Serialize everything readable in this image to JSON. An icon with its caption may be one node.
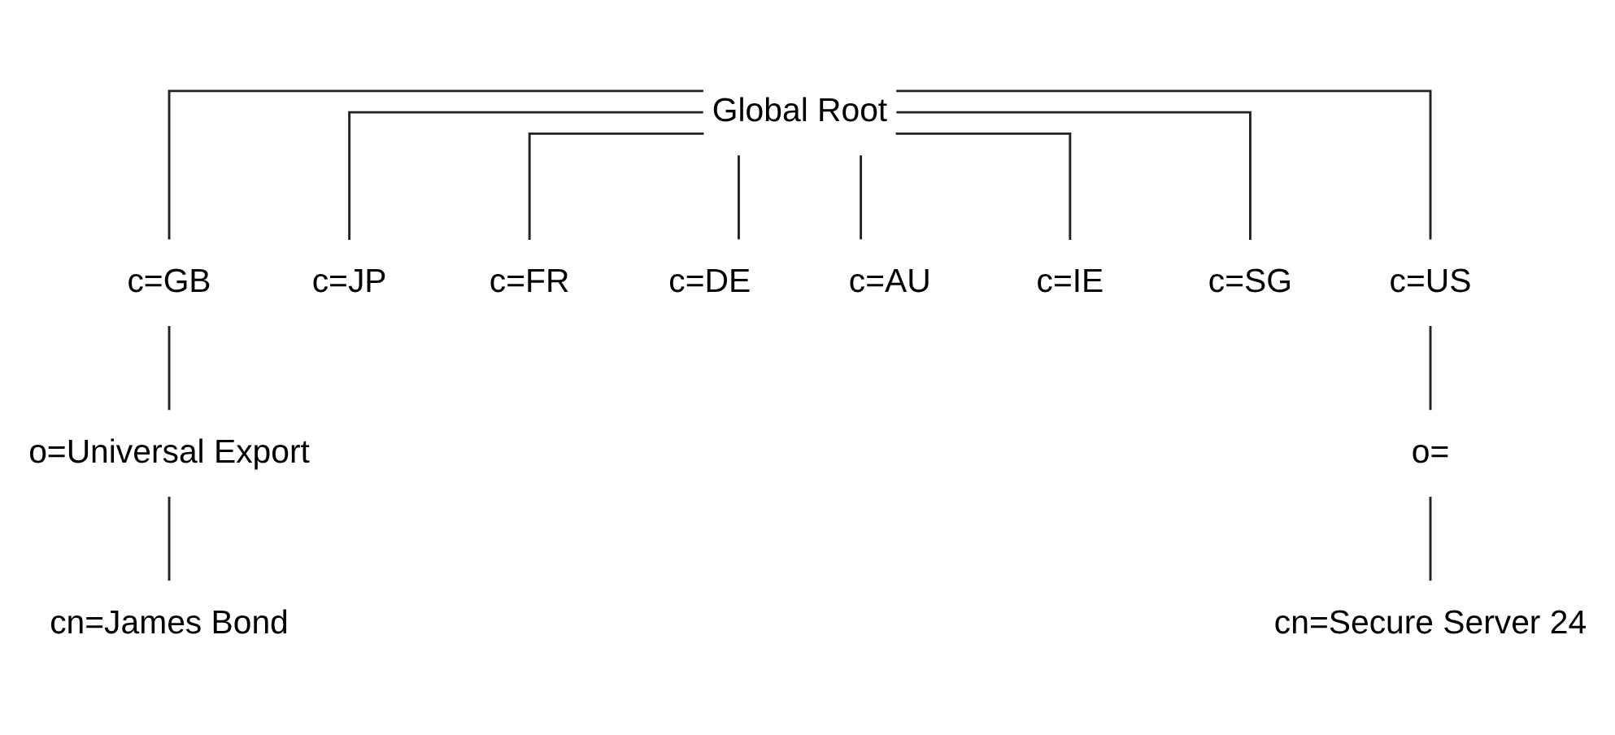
{
  "diagram": {
    "nodes": [
      {
        "text": [
          "Global Root"
        ]
      },
      {
        "text": [
          "c=GB"
        ]
      },
      {
        "text": [
          "c=JP"
        ]
      },
      {
        "text": [
          "c=FR"
        ]
      },
      {
        "text": [
          "c=DE"
        ]
      },
      {
        "text": [
          "c=AU"
        ]
      },
      {
        "text": [
          "c=IE"
        ]
      },
      {
        "text": [
          "c=SG"
        ]
      },
      {
        "text": [
          "c=US"
        ]
      },
      {
        "text": [
          "o=Universal Export"
        ]
      },
      {
        "text": [
          "cn=James Bond"
        ]
      },
      {
        "text": [
          "o="
        ]
      },
      {
        "text": [
          "cn=Secure Server 24"
        ]
      }
    ],
    "edges": [
      {
        "from": 0,
        "to": 1,
        "arrow": "none"
      },
      {
        "from": 0,
        "to": 2,
        "arrow": "none"
      },
      {
        "from": 0,
        "to": 3,
        "arrow": "none"
      },
      {
        "from": 0,
        "to": 4,
        "arrow": "none"
      },
      {
        "from": 0,
        "to": 5,
        "arrow": "none"
      },
      {
        "from": 0,
        "to": 6,
        "arrow": "none"
      },
      {
        "from": 0,
        "to": 7,
        "arrow": "none"
      },
      {
        "from": 0,
        "to": 8,
        "arrow": "none"
      },
      {
        "from": 1,
        "to": 9,
        "arrow": "none"
      },
      {
        "from": 9,
        "to": 10,
        "arrow": "none"
      },
      {
        "from": 8,
        "to": 11,
        "arrow": "none"
      },
      {
        "from": 11,
        "to": 12,
        "arrow": "none"
      }
    ]
  }
}
